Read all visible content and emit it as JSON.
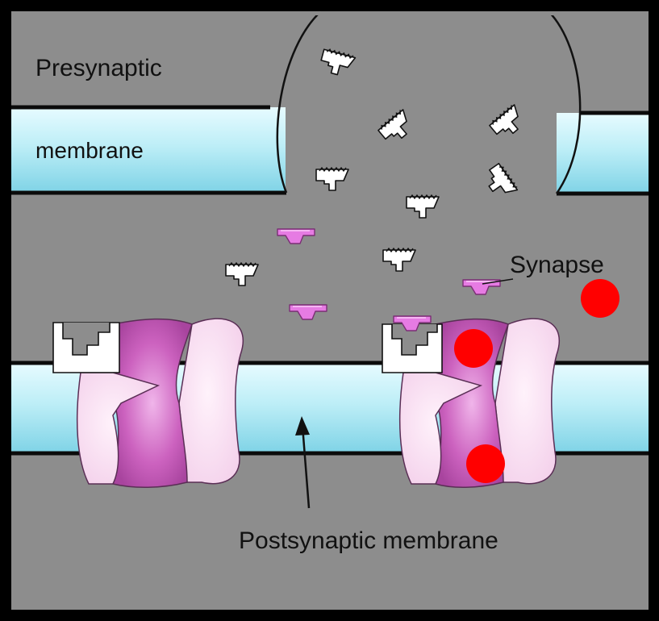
{
  "labels": {
    "presynaptic": "Presynaptic",
    "membrane": "membrane",
    "synapse": "Synapse",
    "postsynaptic": "Postsynaptic membrane"
  },
  "colors": {
    "frame": "#000000",
    "background": "#8d8d8d",
    "membrane_fill": "#bdeef7",
    "membrane_mid": "#7fd3e6",
    "membrane_edge": "#0b0b0b",
    "channel_light": "#f6d8ef",
    "channel_dark": "#c85bb8",
    "neurotransmitter_white": "#ffffff",
    "neurotransmitter_magenta": "#e67be3",
    "marker_red": "#ff0000"
  },
  "icons": {
    "neurotransmitter_white": "white-neurotransmitter-icon",
    "neurotransmitter_magenta": "magenta-neurotransmitter-icon",
    "marker": "red-dot-marker-icon"
  }
}
